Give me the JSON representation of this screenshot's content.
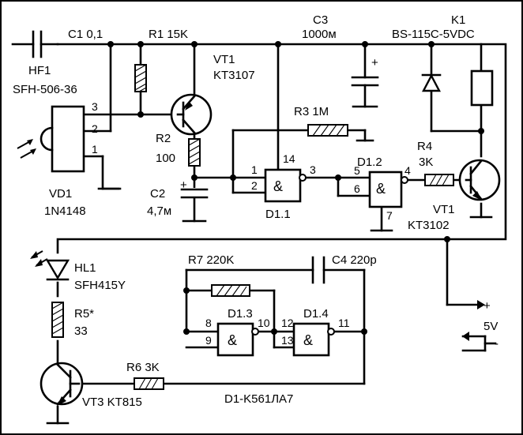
{
  "labels": {
    "c1": "C1 0,1",
    "r1": "R1 15K",
    "c3_name": "C3",
    "c3_value": "1000м",
    "k1_name": "K1",
    "k1_type": "BS-115C-5VDC",
    "hf1_name": "HF1",
    "hf1_type": "SFH-506-36",
    "vt1_top_name": "VT1",
    "vt1_top_type": "KT3107",
    "r3": "R3 1M",
    "r2_name": "R2",
    "r2_value": "100",
    "c2_name": "C2",
    "c2_value": "4,7м",
    "vd1_name": "VD1",
    "vd1_type": "1N4148",
    "d11": "D1.1",
    "d12": "D1.2",
    "r4_name": "R4",
    "r4_value": "3K",
    "vt1_right_name": "VT1",
    "vt1_right_type": "KT3102",
    "hl1_name": "HL1",
    "hl1_type": "SFH415Y",
    "r7": "R7 220K",
    "c4": "C4 220p",
    "d13": "D1.3",
    "d14": "D1.4",
    "r5_name": "R5*",
    "r5_value": "33",
    "r6": "R6 3K",
    "vt3": "VT3 KT815",
    "chip": "D1-K561ЛА7",
    "supply": "5V",
    "plus": "+",
    "minus": "-",
    "c2_plus": "+",
    "c3_plus": "+",
    "amp": "&"
  },
  "pins": {
    "hf1_3": "3",
    "hf1_2": "2",
    "hf1_1": "1",
    "d11_in1": "1",
    "d11_in2": "2",
    "d11_out": "3",
    "d11_vcc": "14",
    "d12_in1": "5",
    "d12_in2": "6",
    "d12_out": "4",
    "d12_gnd": "7",
    "d13_in1": "8",
    "d13_in2": "9",
    "d13_out": "10",
    "d14_in1": "12",
    "d14_in2": "13",
    "d14_out": "11"
  }
}
